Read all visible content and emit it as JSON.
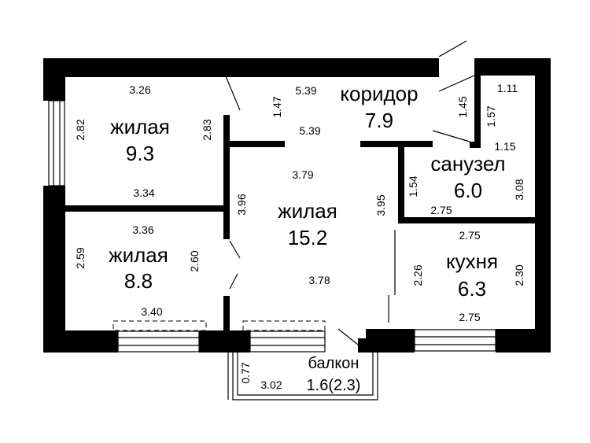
{
  "rooms": {
    "living_a": {
      "name": "жилая",
      "area": "9.3"
    },
    "living_b": {
      "name": "жилая",
      "area": "8.8"
    },
    "living_c": {
      "name": "жилая",
      "area": "15.2"
    },
    "corridor": {
      "name": "коридор",
      "area": "7.9"
    },
    "bathroom": {
      "name": "санузел",
      "area": "6.0"
    },
    "kitchen": {
      "name": "кухня",
      "area": "6.3"
    },
    "balcony": {
      "name": "балкон",
      "area": "1.6(2.3)"
    }
  },
  "dims": {
    "d326": "3.26",
    "d282": "2.82",
    "d283": "2.83",
    "d334": "3.34",
    "d336": "3.36",
    "d259": "2.59",
    "d260": "2.60",
    "d340": "3.40",
    "d147": "1.47",
    "d539a": "5.39",
    "d539b": "5.39",
    "d379": "3.79",
    "d396": "3.96",
    "d395": "3.95",
    "d378": "3.78",
    "d111": "1.11",
    "d145": "1.45",
    "d157": "1.57",
    "d115": "1.15",
    "d154": "1.54",
    "d308": "3.08",
    "d275a": "2.75",
    "d275b": "2.75",
    "d226": "2.26",
    "d230": "2.30",
    "d275c": "2.75",
    "d077": "0.77",
    "d302": "3.02"
  }
}
